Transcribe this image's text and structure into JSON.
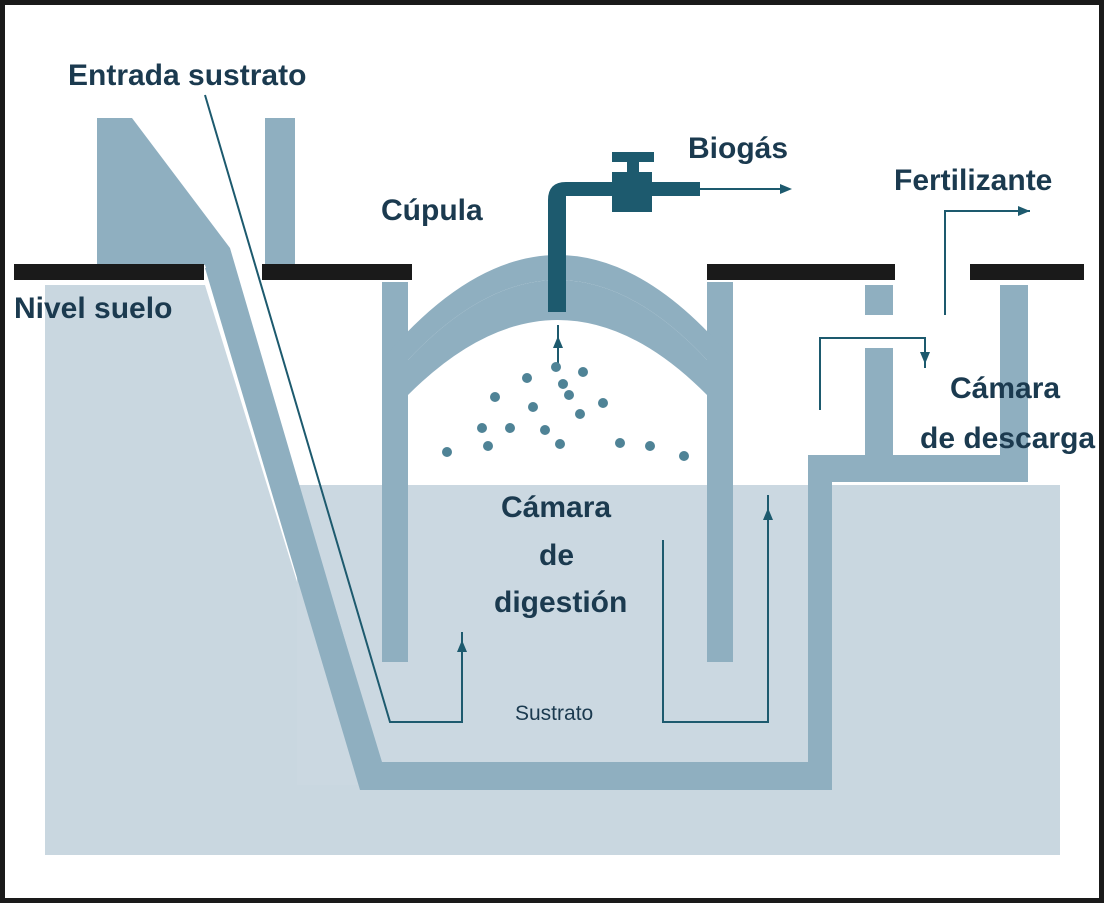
{
  "labels": {
    "entrada": "Entrada sustrato",
    "nivel": "Nivel suelo",
    "cupula": "Cúpula",
    "biogas": "Biogás",
    "fertilizante": "Fertilizante",
    "camara_descarga_1": "Cámara",
    "camara_descarga_2": "de descarga",
    "camara_digestion_1": "Cámara",
    "camara_digestion_2": "de",
    "camara_digestion_3": "digestión",
    "sustrato": "Sustrato"
  },
  "colors": {
    "wall": "#8fafc0",
    "ground": "#c9d7e0",
    "liquid": "#cbd8e1",
    "ground_line": "#1a1a1a",
    "pipe": "#1d5a6e",
    "text": "#1b3a4f"
  }
}
